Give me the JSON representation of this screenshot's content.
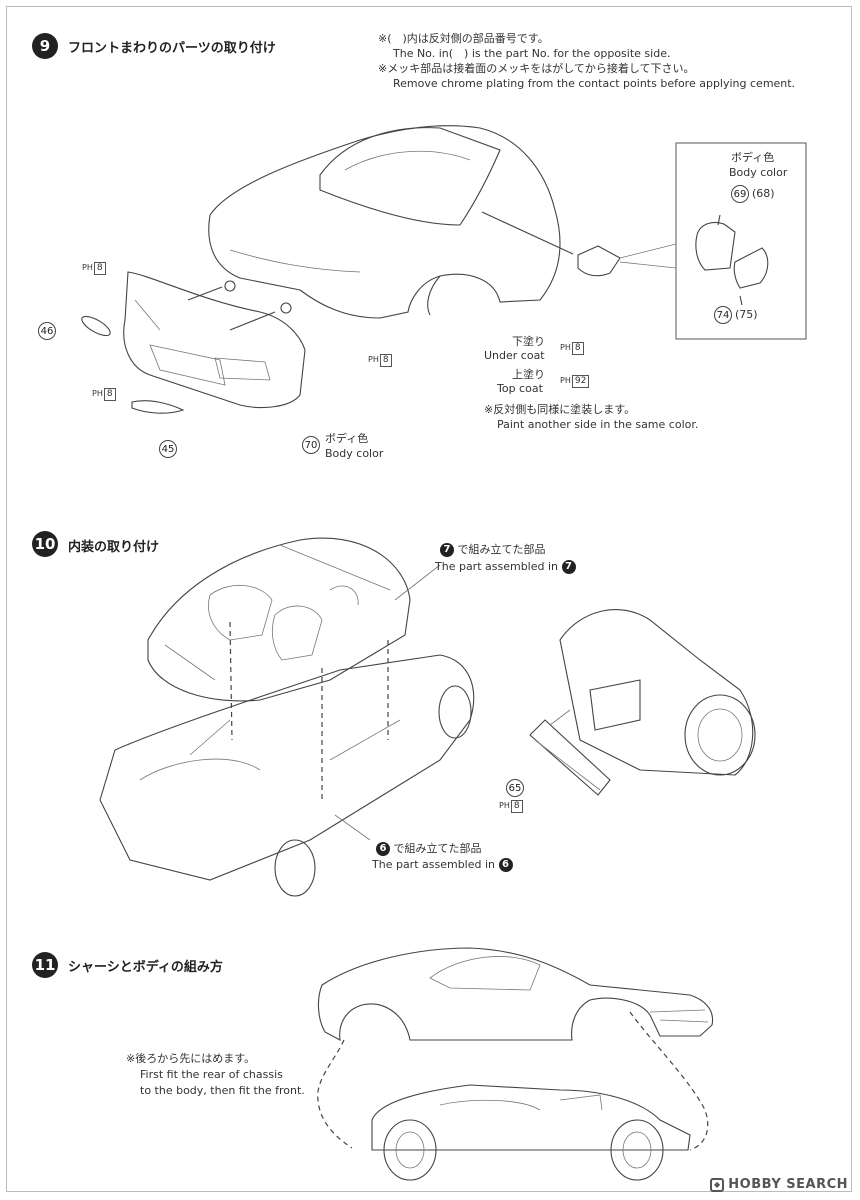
{
  "step9": {
    "number": "9",
    "title": "フロントまわりのパーツの取り付け",
    "notes": [
      "※(　)内は反対側の部品番号です。",
      "The No. in(　) is the part No. for the opposite side.",
      "※メッキ部品は接着面のメッキをはがしてから接着して下さい。",
      "Remove chrome plating from the contact points before applying cement."
    ],
    "body_color_jp": "ボディ色",
    "body_color_en": "Body color",
    "parts": {
      "p69": "69",
      "p68": "(68)",
      "p74": "74",
      "p75": "(75)",
      "p46": "46",
      "p45": "45",
      "p70": "70"
    },
    "paint_refs": {
      "ph": "PH",
      "ph8": "8",
      "ph92": "92"
    },
    "under_coat_jp": "下塗り",
    "under_coat_en": "Under coat",
    "top_coat_jp": "上塗り",
    "top_coat_en": "Top coat",
    "side_note_jp": "※反対側も同様に塗装します。",
    "side_note_en": "Paint another side in the same color.",
    "p70_label_jp": "ボディ色",
    "p70_label_en": "Body color"
  },
  "step10": {
    "number": "10",
    "title": "内装の取り付け",
    "ref7_jp": "で組み立てた部品",
    "ref7_en": "The part assembled in",
    "ref7_num": "7",
    "ref6_jp": "で組み立てた部品",
    "ref6_en": "The part assembled in",
    "ref6_num": "6",
    "part65": "65",
    "ph_label": "PH",
    "ph_value": "8"
  },
  "step11": {
    "number": "11",
    "title": "シャーシとボディの組み方",
    "note_jp": "※後ろから先にはめます。",
    "note_en_1": "First fit the rear of chassis",
    "note_en_2": "to the body, then fit the front."
  },
  "watermark": {
    "text": "HOBBY SEARCH",
    "icon": "hobby-search-logo-icon"
  }
}
